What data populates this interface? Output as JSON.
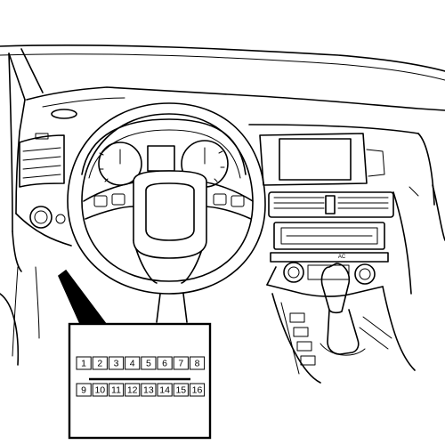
{
  "dashboard": {
    "vent_label": "AC",
    "connector": {
      "top_row_pins": [
        "1",
        "2",
        "3",
        "4",
        "5",
        "6",
        "7",
        "8"
      ],
      "bottom_row_pins": [
        "9",
        "10",
        "11",
        "12",
        "13",
        "14",
        "15",
        "16"
      ]
    }
  }
}
